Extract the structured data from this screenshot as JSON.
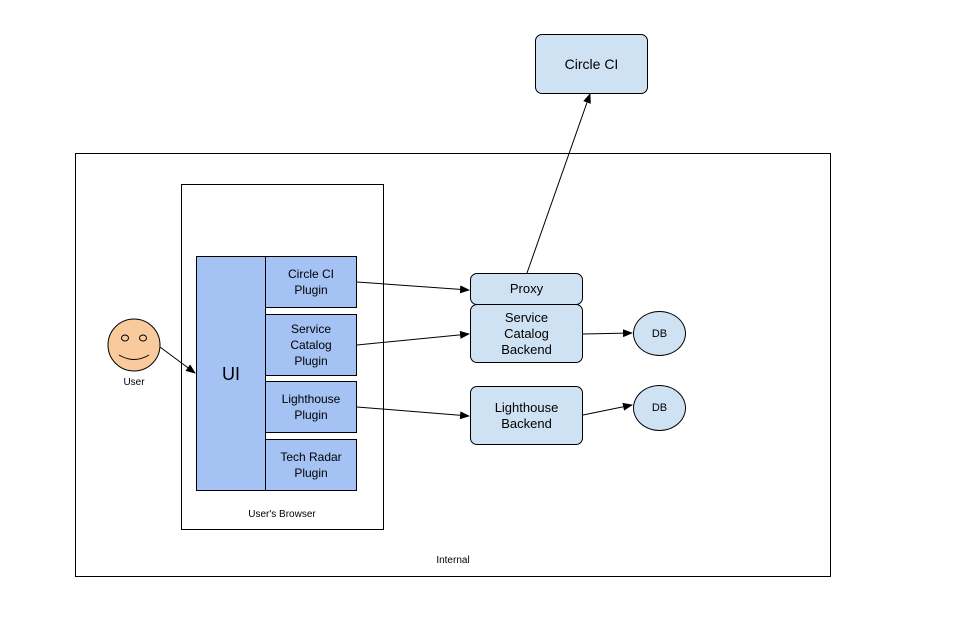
{
  "external": {
    "circle_ci": "Circle CI"
  },
  "internal": {
    "label": "Internal",
    "browser": {
      "label": "User's Browser",
      "ui": "UI",
      "plugins": [
        {
          "line1": "Circle CI",
          "line2": "Plugin",
          "line3": ""
        },
        {
          "line1": "Service",
          "line2": "Catalog",
          "line3": "Plugin"
        },
        {
          "line1": "Lighthouse",
          "line2": "Plugin",
          "line3": ""
        },
        {
          "line1": "Tech Radar",
          "line2": "Plugin",
          "line3": ""
        }
      ]
    },
    "backends": {
      "proxy": "Proxy",
      "service_catalog": {
        "line1": "Service",
        "line2": "Catalog",
        "line3": "Backend"
      },
      "lighthouse": {
        "line1": "Lighthouse",
        "line2": "Backend"
      }
    },
    "databases": {
      "db1": "DB",
      "db2": "DB"
    }
  },
  "user": {
    "label": "User"
  },
  "colors": {
    "dark_blue": "#a4c2f4",
    "light_blue": "#cfe2f3",
    "user_face": "#f9cb9c"
  }
}
